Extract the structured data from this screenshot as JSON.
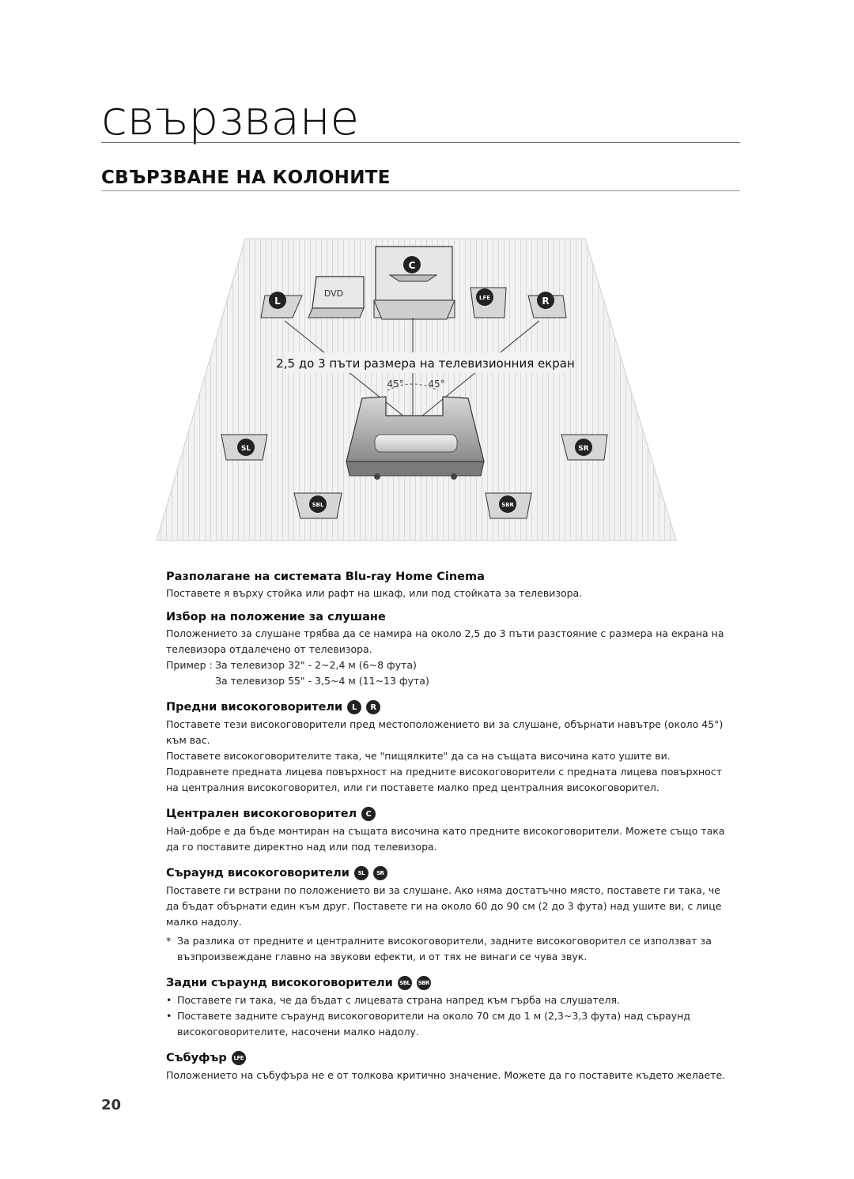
{
  "chapter_title": "свързване",
  "section_title": "СВЪРЗВАНЕ НА КОЛОНИТЕ",
  "diagram": {
    "device_label": "DVD",
    "distance_text": "2,5 до 3 пъти размера на телевизионния екран",
    "angle_left": "45°",
    "angle_right": "45°",
    "speaker_center": "C",
    "speaker_left": "L",
    "speaker_right": "R",
    "speaker_lfe": "LFE",
    "speaker_sl": "SL",
    "speaker_sr": "SR",
    "speaker_sbl": "SBL",
    "speaker_sbr": "SBR"
  },
  "blocks": {
    "placement": {
      "title": "Разполагане на системата Blu-ray Home Cinema",
      "text": "Поставете я върху стойка или рафт на шкаф, или под стойката за телевизора."
    },
    "listening": {
      "title": "Избор на положение за слушане",
      "text": "Положението за слушане трябва да се намира на около 2,5 до 3 пъти разстояние с размера на екрана на телевизора отдалечено от телевизора.",
      "example_label": "Пример :",
      "example_1": "За телевизор 32\"  -  2~2,4 м (6~8 фута)",
      "example_2": "За телевизор 55\"  -  3,5~4 м (11~13 фута)"
    },
    "front": {
      "title": "Предни високоговорители",
      "badge_1": "L",
      "badge_2": "R",
      "text_1": "Поставете тези високоговорители пред местоположението ви за слушане, обърнати навътре (около 45°) към вас.",
      "text_2": "Поставете високоговорителите така, че \"пищялките\" да са на същата височина като ушите ви.",
      "text_3": "Подравнете предната лицева повърхност на предните високоговорители с предната лицева повърхност на централния високоговорител, или ги поставете малко пред централния високоговорител."
    },
    "center": {
      "title": "Централен високоговорител",
      "badge": "C",
      "text": "Най-добре е да бъде монтиран на същата височина като предните високоговорители. Можете също така да го поставите директно над или под телевизора."
    },
    "surround": {
      "title": "Съраунд високоговорители",
      "badge_1": "SL",
      "badge_2": "SR",
      "text": "Поставете ги встрани по положението ви за слушане. Ако няма достатъчно място, поставете ги така, че да бъдат обърнати един към друг. Поставете ги на около 60 до 90 см (2 до 3 фута) над ушите ви, с лице малко надолу.",
      "note_mark": "*",
      "note": "За разлика от предните и централните високоговорители, задните високоговорител се използват за възпроизвеждане главно на звукови ефекти, и от тях не винаги се чува звук."
    },
    "rear": {
      "title": "Задни съраунд високоговорители",
      "badge_1": "SBL",
      "badge_2": "SBR",
      "bullet_mark": "•",
      "bullet_1": "Поставете ги така, че да бъдат с лицевата страна напред към гърба на слушателя.",
      "bullet_2": "Поставете задните съраунд високоговорители на около 70 см до 1 м (2,3~3,3 фута) над съраунд високоговорителите, насочени малко надолу."
    },
    "subwoofer": {
      "title": "Събуфър",
      "badge": "LFE",
      "text": "Положението на събуфъра не е от толкова критично значение. Можете да го поставите където желаете."
    }
  },
  "page_number": "20"
}
